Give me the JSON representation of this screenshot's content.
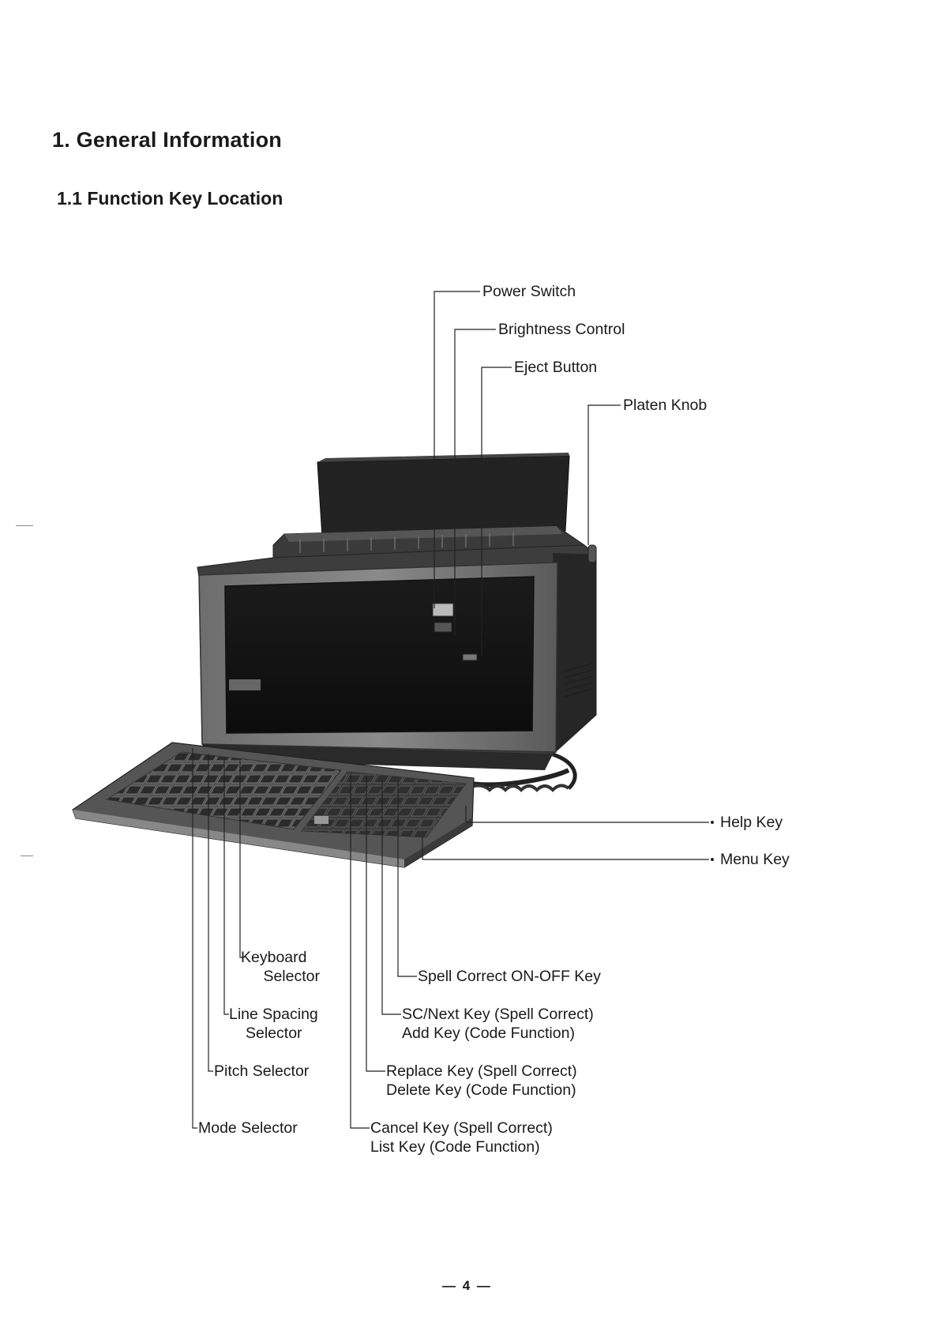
{
  "heading": "1. General Information",
  "subheading": "1.1 Function Key Location",
  "labels": {
    "power_switch": "Power Switch",
    "brightness_control": "Brightness Control",
    "eject_button": "Eject Button",
    "platen_knob": "Platen Knob",
    "help_key": "Help Key",
    "menu_key": "Menu Key",
    "keyboard_selector": {
      "line1": "Keyboard",
      "line2": "Selector"
    },
    "line_spacing_selector": {
      "line1": "Line Spacing",
      "line2": "Selector"
    },
    "pitch_selector": "Pitch Selector",
    "mode_selector": "Mode Selector",
    "spell_correct_key": "Spell Correct ON-OFF Key",
    "sc_next_key": {
      "line1": "SC/Next Key (Spell Correct)",
      "line2": "Add Key (Code Function)"
    },
    "replace_key": {
      "line1": "Replace Key (Spell Correct)",
      "line2": "Delete Key (Code Function)"
    },
    "cancel_key": {
      "line1": "Cancel Key (Spell Correct)",
      "line2": "List Key (Code Function)"
    }
  },
  "page_number": "— 4 —"
}
